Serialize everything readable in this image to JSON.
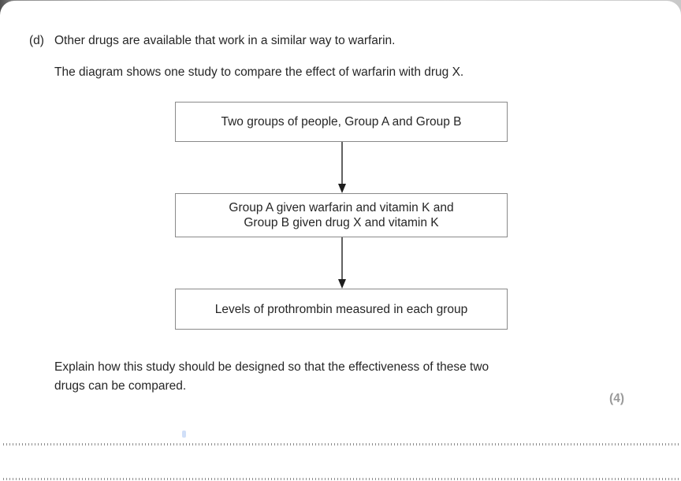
{
  "question": {
    "part_label": "(d)",
    "intro_line1": "Other drugs are available that work in a similar way to warfarin.",
    "intro_line2": "The diagram shows one study to compare the effect of warfarin with drug X.",
    "prompt_line1": "Explain how this study should be designed so that the effectiveness of these two",
    "prompt_line2": "drugs can be compared.",
    "marks": "(4)"
  },
  "diagram": {
    "boxes": [
      {
        "lines": [
          "Two groups of people, Group A and Group B"
        ]
      },
      {
        "lines": [
          "Group A given warfarin and vitamin K and",
          "Group B given drug X and vitamin K"
        ]
      },
      {
        "lines": [
          "Levels of prothrombin measured in each group"
        ]
      }
    ]
  },
  "colors": {
    "text": "#262626",
    "box_border": "#8a8a8a",
    "marks_gray": "#9a9a9a",
    "dotted_line": "#8f8f8f",
    "page_edge_dark": "#4f4f4f"
  }
}
